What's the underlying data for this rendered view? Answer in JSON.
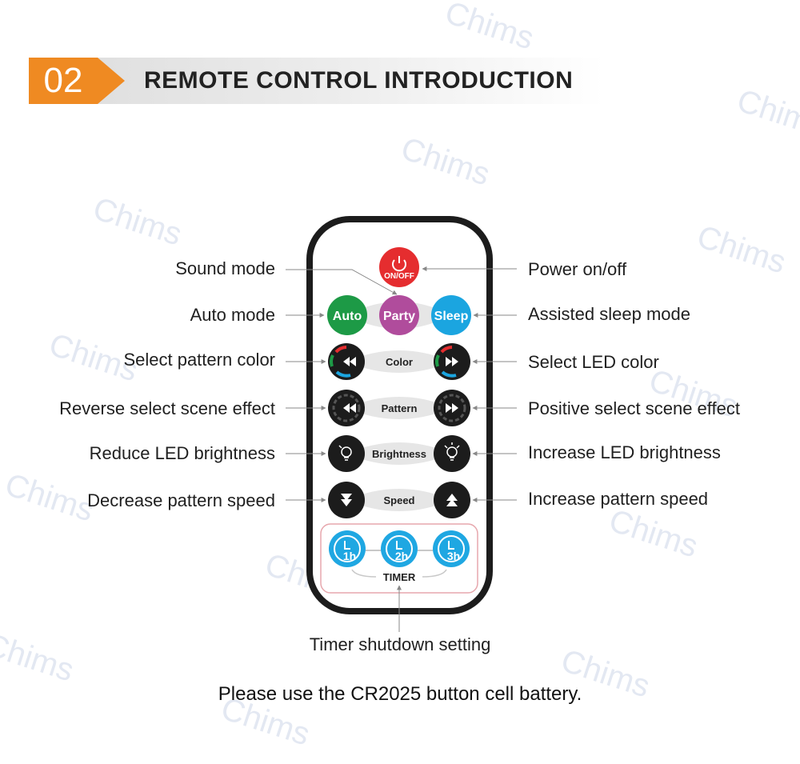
{
  "header": {
    "number": "02",
    "title": "REMOTE CONTROL INTRODUCTION"
  },
  "watermark": "Chims",
  "remote_buttons": {
    "power_top": "ON/OFF",
    "auto": "Auto",
    "party": "Party",
    "sleep": "Sleep",
    "color": "Color",
    "pattern": "Pattern",
    "brightness": "Brightness",
    "speed": "Speed",
    "timer_1h": "1h",
    "timer_2h": "2h",
    "timer_3h": "3h",
    "timer": "TIMER"
  },
  "labels_left": [
    "Sound mode",
    "Auto mode",
    "Select pattern color",
    "Reverse select scene effect",
    "Reduce LED brightness",
    "Decrease pattern speed"
  ],
  "labels_right": [
    "Power on/off",
    "Assisted sleep mode",
    "Select LED color",
    "Positive select scene effect",
    "Increase LED brightness",
    "Increase pattern speed"
  ],
  "label_bottom": "Timer shutdown setting",
  "note": "Please use the CR2025 button cell battery.",
  "colors": {
    "orange": "#ef8a22",
    "power_red": "#e52d2f",
    "auto_green": "#1d9a46",
    "party_purple": "#b04c9c",
    "sleep_blue": "#1ba5e0",
    "dark_button": "#1c1c1c",
    "timer_blue": "#1fa7e2"
  }
}
